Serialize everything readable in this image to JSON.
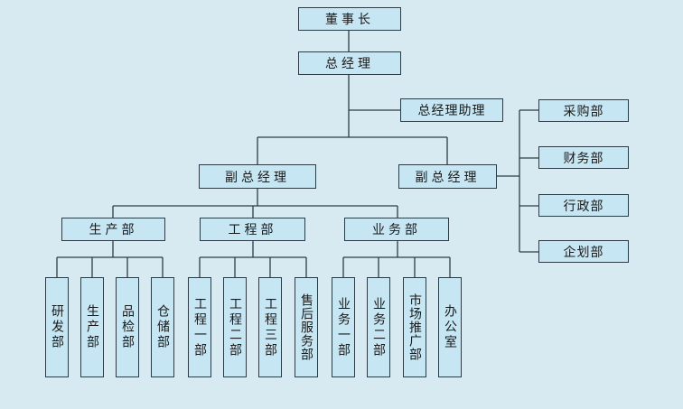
{
  "diagram": {
    "chairman": "董事长",
    "general_manager": "总经理",
    "gm_assistant": "总经理助理",
    "vice_gm_left": "副总经理",
    "vice_gm_right": "副总经理",
    "right_departments": [
      "采购部",
      "财务部",
      "行政部",
      "企划部"
    ],
    "departments": [
      "生产部",
      "工程部",
      "业务部"
    ],
    "production_units": [
      "研发部",
      "生产部",
      "品检部",
      "仓储部"
    ],
    "engineering_units": [
      "工程一部",
      "工程二部",
      "工程三部",
      "售后服务部"
    ],
    "business_units": [
      "业务一部",
      "业务二部",
      "市场推广部",
      "办公室"
    ]
  }
}
